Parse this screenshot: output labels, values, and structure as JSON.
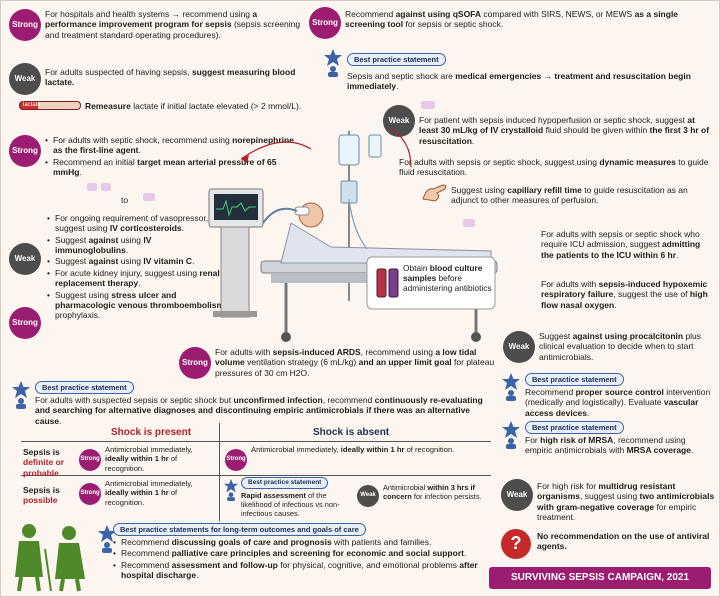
{
  "badges": {
    "strong": "Strong",
    "weak": "Weak"
  },
  "bps": "Best practice statement",
  "bps_long": "Best practice statements for long-term outcomes and goals of care",
  "lactate_label": "lactate",
  "left": {
    "perf_prog": {
      "pre": "For hospitals and health systems → recommend using ",
      "b1": "a performance improvement program for sepsis",
      "post": " (sepsis screening and treatment standard operating procedures)."
    },
    "lactate": {
      "pre": "For adults suspected of having sepsis, ",
      "b1": "suggest measuring blood lactate."
    },
    "remeasure": {
      "b1": "Remeasure",
      "post": " lactate if initial lactate elevated (> 2 mmol/L)."
    },
    "norepi": {
      "pre": "For adults with septic shock, recommend using ",
      "b1": "norepinephrine as the first-line agent",
      "post": "."
    },
    "map": {
      "pre": "Recommend an initial ",
      "b1": "target mean arterial pressure of 65 mmHg",
      "post": "."
    },
    "steroids": {
      "pre": "For ongoing requirement of vasopressor, suggest using ",
      "b1": "IV corticosteroids",
      "post": "."
    },
    "igg": {
      "pre": "Suggest ",
      "b1": "against",
      "mid": " using ",
      "b2": "IV immunoglobulins",
      "post": "."
    },
    "vitc": {
      "pre": "Suggest ",
      "b1": "against",
      "mid": " using ",
      "b2": "IV vitamin C",
      "post": "."
    },
    "rrt": {
      "pre": "For acute kidney injury, suggest using ",
      "b1": "renal replacement therapy",
      "post": "."
    },
    "ulcer": {
      "pre": "Suggest using ",
      "b1": "stress ulcer and pharmacologic venous thromboembolism",
      "post": " prophylaxis."
    },
    "to": "to"
  },
  "right": {
    "qsofa": {
      "pre": "Recommend ",
      "b1": "against using qSOFA",
      "mid": " compared with SIRS, NEWS, or MEWS ",
      "b2": "as a single screening tool",
      "post": " for sepsis or septic shock."
    },
    "emergency": {
      "pre": "Sepsis and septic shock are ",
      "b1": "medical emergencies → treatment and resuscitation begin immediately",
      "post": "."
    },
    "fluids": {
      "pre": "For patient with sepsis induced hypoperfusion or septic shock, suggest ",
      "b1": "at least 30 mL/kg of IV crystalloid",
      "mid": " fluid should be given within ",
      "b2": "the first 3 hr of resuscitation",
      "post": "."
    },
    "dynamic": {
      "pre": "For adults with sepsis or septic shock, suggest using ",
      "b1": "dynamic measures",
      "post": " to guide fluid resuscitation."
    },
    "crt": {
      "pre": "Suggest using ",
      "b1": "capillary refill time",
      "post": " to guide resuscitation as an adjunct to other measures of perfusion."
    },
    "icu": {
      "pre": "For adults with sepsis or septic shock who require ICU admission, suggest ",
      "b1": "admitting the patients to the ICU within 6 hr",
      "post": "."
    },
    "hfno": {
      "pre": "For adults with ",
      "b1": "sepsis-induced hypoxemic respiratory failure",
      "mid": ", suggest the use of ",
      "b2": "high flow nasal oxygen",
      "post": "."
    },
    "procal": {
      "pre": "Suggest ",
      "b1": "against using procalcitonin",
      "post": " plus clinical evaluation to decide when to start antimicrobials."
    },
    "source": {
      "pre": "Recommend ",
      "b1": "proper source control",
      "mid": " intervention (medically and logistically). Evaluate ",
      "b2": "vascular access devices",
      "post": "."
    },
    "mrsa": {
      "pre": "For ",
      "b1": "high risk of MRSA",
      "mid": ", recommend using empiric antimicrobials with ",
      "b2": "MRSA coverage",
      "post": "."
    },
    "mdr": {
      "pre": "For high risk for ",
      "b1": "multidrug resistant organisms",
      "mid": ", suggest using ",
      "b2": "two antimicrobials with gram-negative coverage",
      "post": " for empiric treatment."
    },
    "antiviral": {
      "b1": "No recommendation on the use of antiviral agents."
    }
  },
  "center": {
    "blood_culture": {
      "pre": "Obtain ",
      "b1": "blood culture samples",
      "post": " before administering antibiotics"
    },
    "ards": {
      "pre": "For adults with ",
      "b1": "sepsis-induced ARDS",
      "mid": ", recommend using ",
      "b2": "a low tidal volume",
      "mid2": " ventilation strategy (6 mL/kg) ",
      "b3": "and an upper limit goal",
      "post": " for plateau pressures of 30 cm H2O."
    },
    "unconfirmed": {
      "pre": "For adults with suspected sepsis or septic shock but ",
      "b1": "unconfirmed infection",
      "mid": ", recommend ",
      "b2": "continuously re-evaluating and searching for alternative diagnoses and discontinuing empiric antimicrobials if there was an alternative cause",
      "post": "."
    }
  },
  "table": {
    "col1": "Shock is present",
    "col2": "Shock is absent",
    "row1_label": [
      "Sepsis is ",
      "definite or probable"
    ],
    "row2_label": [
      "Sepsis is ",
      "possible"
    ],
    "c11": {
      "pre": "Antimicrobial immediately, ",
      "b1": "ideally within 1 hr",
      "post": " of recognition."
    },
    "c12": {
      "pre": "Antimicrobial immediately, ",
      "b1": "ideally within 1 hr",
      "post": " of recognition."
    },
    "c21": {
      "pre": "Antimicrobial immediately, ",
      "b1": "ideally within 1 hr",
      "post": " of recognition."
    },
    "c22a": {
      "b1": "Rapid assessment",
      "post": " of the likelihood of infectious vs non-infectious causes."
    },
    "c22b": {
      "pre": "Antimicrobial ",
      "b1": "within 3 hrs if concern",
      "post": " for infection persists."
    }
  },
  "bottom": {
    "goals": {
      "pre": "Recommend ",
      "b1": "discussing goals of care and prognosis",
      "post": " with patients and families."
    },
    "palliative": {
      "pre": "Recommend ",
      "b1": "palliative care principles and screening for economic and social support",
      "post": "."
    },
    "followup": {
      "pre": "Recommend ",
      "b1": "assessment and follow-up",
      "mid": " for physical, cognitive, and emotional problems ",
      "b2": "after hospital discharge",
      "post": "."
    }
  },
  "campaign": "SURVIVING SEPSIS CAMPAIGN, 2021",
  "question_mark": "?",
  "colors": {
    "strong": "#9c1c72",
    "weak": "#4d4d4d",
    "bps_border": "#3a63a8",
    "campaign": "#9c1c72",
    "question": "#c42a2a"
  }
}
